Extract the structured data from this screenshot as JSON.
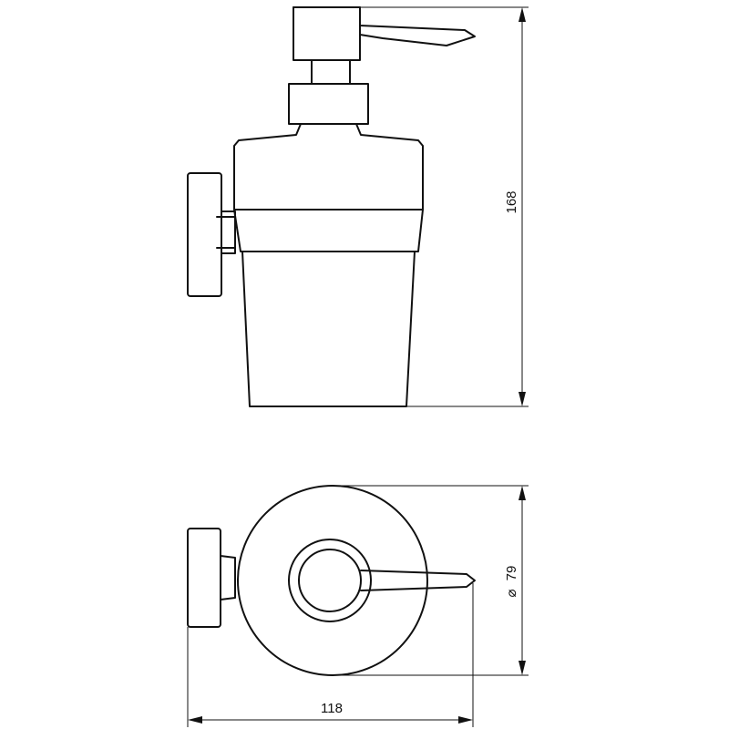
{
  "drawing": {
    "side_view": {
      "height_dimension": "168"
    },
    "top_view": {
      "diameter_symbol": "⌀",
      "diameter_dimension": "79",
      "width_dimension": "118"
    },
    "colors": {
      "line": "#111111",
      "background": "#ffffff"
    }
  }
}
